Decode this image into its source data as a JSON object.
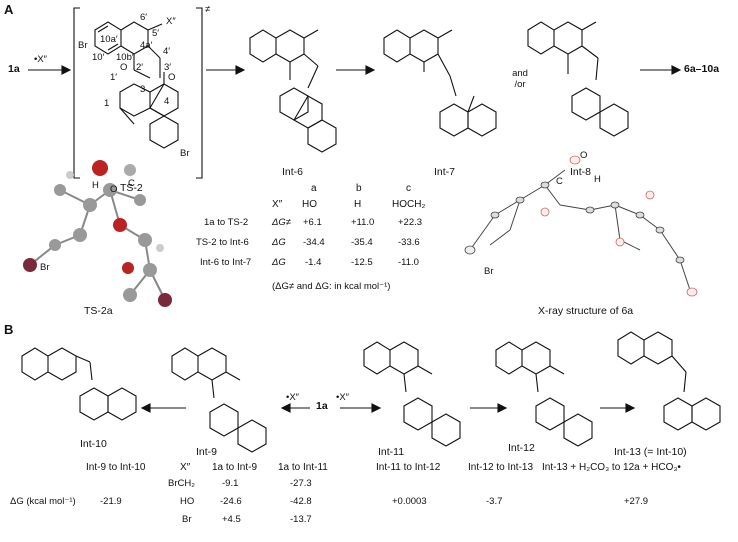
{
  "panelA": {
    "letter": "A",
    "start": "1a",
    "reagent": "•X″",
    "ts_label": "TS-2",
    "ts_dagger": "≠",
    "atom_labels": [
      "6′",
      "5′",
      "X″",
      "10a′",
      "4a′",
      "4′",
      "10′",
      "10b′",
      "2′",
      "3′",
      "1′",
      "3",
      "4",
      "O",
      "O",
      "1",
      "Br",
      "Br"
    ],
    "int6": "Int-6",
    "int7": "Int-7",
    "int8": "Int-8",
    "and_or": "and /or",
    "product": "6a–10a",
    "ts2a": "TS-2a",
    "ts2a_atoms": [
      "H",
      "O",
      "C",
      "Br"
    ],
    "table": {
      "cols_letters": [
        "a",
        "b",
        "c"
      ],
      "cols": [
        "HO",
        "H",
        "HOCH₂"
      ],
      "xhdr": "X″",
      "rows": [
        {
          "label": "1a to TS-2",
          "sym": "ΔG≠",
          "values": [
            "+6.1",
            "+11.0",
            "+22.3"
          ]
        },
        {
          "label": "TS-2 to Int-6",
          "sym": "ΔG",
          "values": [
            "-34.4",
            "-35.4",
            "-33.6"
          ]
        },
        {
          "label": "Int-6 to Int-7",
          "sym": "ΔG",
          "values": [
            "-1.4",
            "-12.5",
            "-11.0"
          ]
        }
      ],
      "note": "(ΔG≠ and ΔG: in kcal mol⁻¹)"
    },
    "xray": "X-ray structure of 6a",
    "xray_atoms": [
      "O",
      "H",
      "C",
      "Br"
    ]
  },
  "panelB": {
    "letter": "B",
    "start": "1a",
    "reagent_left": "•X″",
    "reagent_right": "•X″",
    "labels": [
      "Int-10",
      "Int-9",
      "Int-11",
      "Int-12",
      "Int-13 (= Int-10)"
    ],
    "dg_label": "ΔG (kcal mol⁻¹)",
    "table": {
      "headers": [
        "Int-9 to Int-10",
        "X″",
        "1a to Int-9",
        "1a to Int-11",
        "Int-11 to Int-12",
        "Int-12 to Int-13",
        "Int-13 + H₂CO₃ to 12a + HCO₃•"
      ],
      "x_vals": [
        "BrCH₂",
        "HO",
        "Br"
      ],
      "int9_10": "-21.9",
      "to_int9": [
        "-9.1",
        "-24.6",
        "+4.5"
      ],
      "to_int11": [
        "-27.3",
        "-42.8",
        "-13.7"
      ],
      "int11_12": "+0.0003",
      "int12_13": "-3.7",
      "int13_12a": "+27.9"
    }
  }
}
